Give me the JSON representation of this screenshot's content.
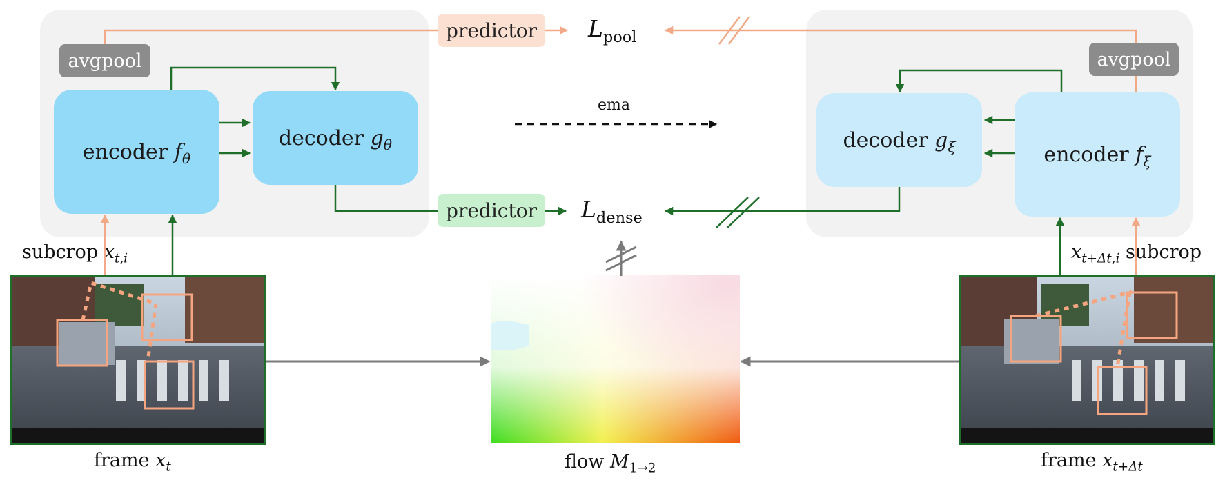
{
  "colors": {
    "green_arrow": "#1f6e2a",
    "orange_arrow": "#f2a988",
    "gray_arrow": "#7a7a7a",
    "encoder_online": "#93d9f8",
    "encoder_target": "#c9ebfb",
    "predictor_pool": "#fce0d2",
    "predictor_dense": "#c8f0cf",
    "panel": "#f2f2f2",
    "avgpool": "#8c8c8c",
    "subcrop_box": "#f5a57f"
  },
  "online": {
    "avgpool": "avgpool",
    "encoder_word": "encoder",
    "encoder_sym": "f",
    "encoder_sub": "θ",
    "decoder_word": "decoder",
    "decoder_sym": "g",
    "decoder_sub": "θ"
  },
  "target": {
    "avgpool": "avgpool",
    "encoder_word": "encoder",
    "encoder_sym": "f",
    "encoder_sub": "ξ",
    "decoder_word": "decoder",
    "decoder_sym": "g",
    "decoder_sub": "ξ"
  },
  "predictor_top": "predictor",
  "predictor_bottom": "predictor",
  "loss_pool": {
    "sym": "L",
    "sub": "pool"
  },
  "loss_dense": {
    "sym": "L",
    "sub": "dense"
  },
  "ema": "ema",
  "left_subcrop": {
    "word": "subcrop",
    "sym": "x",
    "sub": "t,i"
  },
  "right_subcrop": {
    "word": "subcrop",
    "sym": "x",
    "sub": "t+Δt,i"
  },
  "left_frame": {
    "word": "frame",
    "sym": "x",
    "sub": "t"
  },
  "right_frame": {
    "word": "frame",
    "sym": "x",
    "sub": "t+Δt"
  },
  "flow": {
    "word": "flow",
    "sym": "M",
    "sub": "1→2"
  },
  "icons": [
    "street-photo",
    "optical-flow-map",
    "stop-gradient-icon"
  ]
}
